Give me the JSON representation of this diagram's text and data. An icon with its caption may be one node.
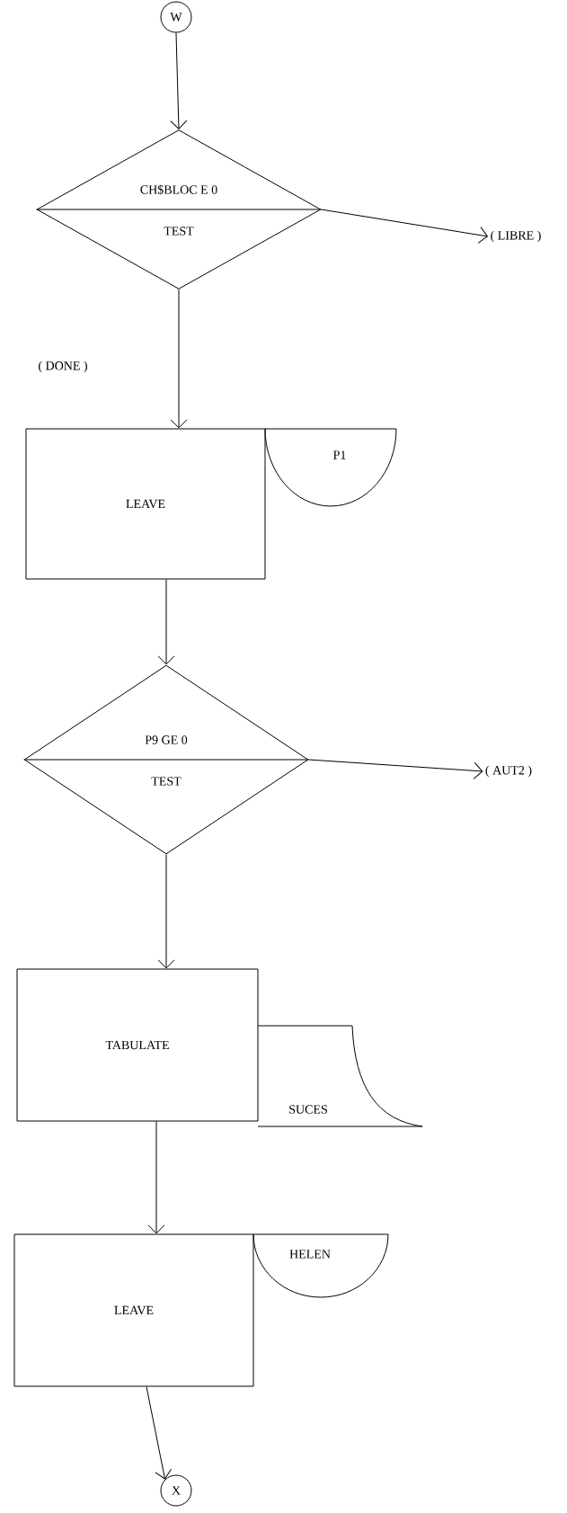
{
  "diagram": {
    "nodes": [
      {
        "text": [
          "W"
        ]
      },
      {
        "text": [
          "CH$BLOC E 0",
          "TEST"
        ]
      },
      {
        "text": [
          "( LIBRE )"
        ]
      },
      {
        "text": [
          "LEAVE"
        ]
      },
      {
        "text": [
          "P1"
        ]
      },
      {
        "text": [
          "P9 GE 0",
          "TEST"
        ]
      },
      {
        "text": [
          "( AUT2 )"
        ]
      },
      {
        "text": [
          "TABULATE"
        ]
      },
      {
        "text": [
          "SUCES"
        ]
      },
      {
        "text": [
          "LEAVE"
        ]
      },
      {
        "text": [
          "HELEN"
        ]
      },
      {
        "text": [
          "X"
        ]
      }
    ],
    "edges": [
      {
        "from": 0,
        "to": 1,
        "arrow": "to"
      },
      {
        "from": 1,
        "to": 2,
        "arrow": "to"
      },
      {
        "from": 1,
        "to": 3,
        "arrow": "to"
      },
      {
        "from": 3,
        "to": 5,
        "arrow": "to"
      },
      {
        "from": 5,
        "to": 6,
        "arrow": "to"
      },
      {
        "from": 5,
        "to": 7,
        "arrow": "to"
      },
      {
        "from": 7,
        "to": 9,
        "arrow": "to"
      },
      {
        "from": 9,
        "to": 11,
        "arrow": "to"
      }
    ],
    "labels": [
      "( DONE )"
    ]
  }
}
